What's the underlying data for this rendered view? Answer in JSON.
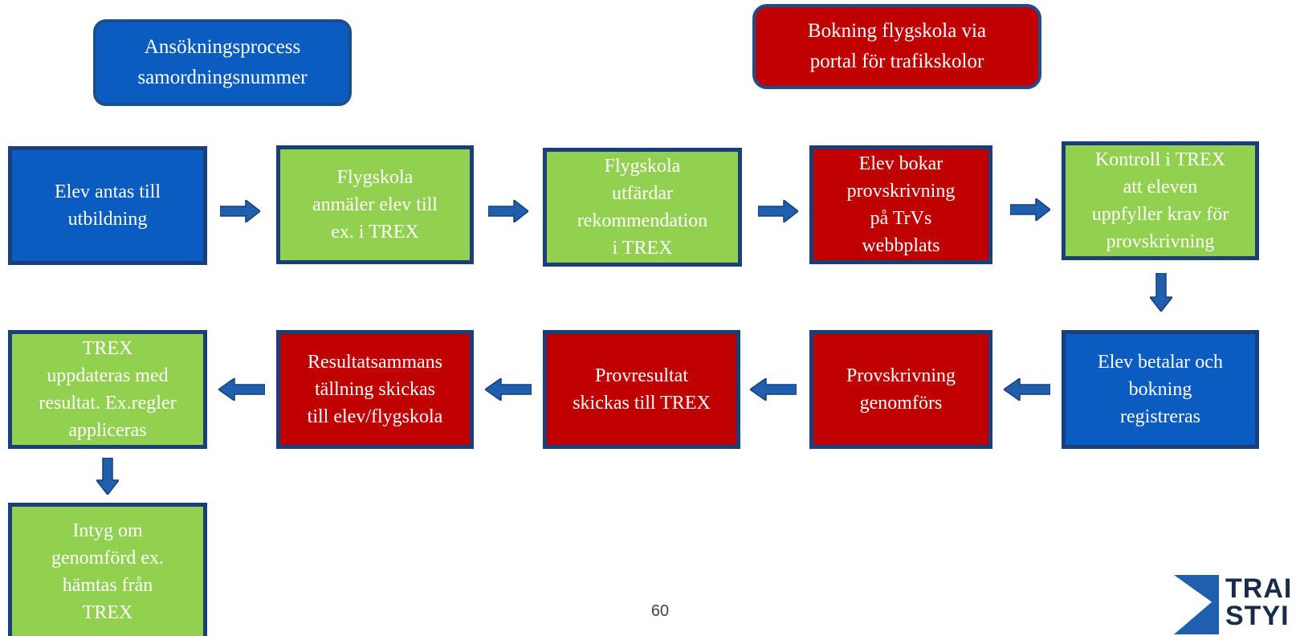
{
  "legend": {
    "application": "Ansökningsprocess\nsamordningsnummer",
    "booking": "Bokning flygskola via\nportal för trafikskolor"
  },
  "steps": {
    "s1": "Elev antas till\nutbildning",
    "s2": "Flygskola\nanmäler elev till\nex. i TREX",
    "s3": "Flygskola\nutfärdar\nrekommendation\ni TREX",
    "s4": "Elev bokar\nprovskrivning\npå TrVs\nwebbplats",
    "s5": "Kontroll i TREX\natt eleven\nuppfyller krav för\nprovskrivning",
    "s6": "Elev betalar och\nbokning\nregistreras",
    "s7": "Provskrivning\ngenomförs",
    "s8": "Provresultat\nskickas till TREX",
    "s9": "Resultatsammans\ntällning skickas\ntill elev/flygskola",
    "s10": "TREX\nuppdateras med\nresultat. Ex.regler\nappliceras",
    "s11": "Intyg om\ngenomförd ex.\nhämtas från\nTREX"
  },
  "page_number": "60",
  "logo": {
    "line1": "TRAI",
    "line2": "STYI"
  },
  "colors": {
    "blue": "#0b5cc0",
    "green": "#92d050",
    "red": "#c00000",
    "border": "#1a3f78",
    "arrow": "#1f5fae"
  }
}
